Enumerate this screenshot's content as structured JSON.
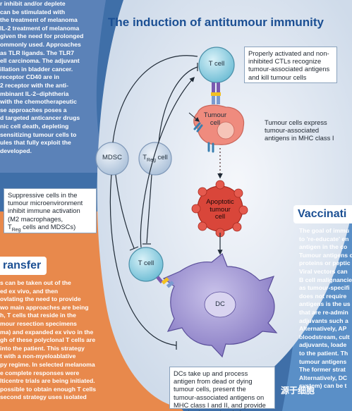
{
  "title": "The induction of antitumour immunity",
  "left_column_text": "r inhibit and/or deplete\ncan be stimulated with\nthe treatment of melanoma\nIL-2 treatment of melanoma\ngiven the need for prolonged\nommonly used. Approaches\nas TLR ligands. The TLR7\nell carcinoma. The adjuvant\nillation in bladder cancer.\nreceptor CD40 are in\n2 receptor with the anti-\nmbinant IL-2–diphtheria\nwith the chemotherapeutic\nse approaches poses a\nd targeted anticancer drugs\nnic cell death, depleting\nsensitizing tumour cells to\nules that fully exploit the\ndeveloped.",
  "cells": {
    "t_cell_top": "T cell",
    "tumour_cell": "Tumour\ncell",
    "apoptotic_cell": "Apoptotic\ntumour\ncell",
    "mdsc": "MDSC",
    "treg_prefix": "T",
    "treg_sub": "Reg",
    "treg_suffix": " cell",
    "t_cell_bottom": "T cell",
    "dc": "DC"
  },
  "callouts": {
    "t_cell": "Properly activated and non-\ninhibited CTLs recognize\ntumour-associated antigens\nand kill tumour cells",
    "tumour": "Tumour cells express\ntumour-associated\nantigens in MHC class I",
    "suppressive_line1": "Suppressive cells in the\ntumour microenvironment\ninhibit immune activation\n(M2 macrophages,",
    "suppressive_t": "T",
    "suppressive_sub": "Reg",
    "suppressive_tail": " cells and MDSCs)",
    "dc": "DCs take up and process\nantigen from dead or dying\ntumour cells, present the\ntumour-associated antigens on\nMHC class I and II, and provide\nco-stimulatory signals for\nT cells and other immune cells"
  },
  "transfer": {
    "title": "ransfer",
    "text": "s can be taken out of the\ned ex vivo, and then\novlating the need to provide\nwo main approaches are being\nh, T cells that reside in the\nmour resection specimens\nma) and expanded ex vivo in the\ngh of these polyclonal T cells are\ninto the patient. This strategy\nt with a non-myeloablative\npy regime. In selected melanoma\ne complete responses were\nlticentre trials are being initiated.\npossible to obtain enough T cells\nsecond strategy uses isolated"
  },
  "vaccination": {
    "title": "Vaccinati",
    "text": "The goal of immu\nto 're-educate' en\nantigen in the co\nTumour antigens c\nproteins or peptic\nViral vectors can\nB cell malignancie\nas tumour-specifi\ndoes not require\nantigens is the us\nthat are re-admin\nadjuvants such a\nAlternatively, AP\nbloodstream, cult\nadjuvants, loade\nto the patient. Th\ntumour antigens\nThe former strat\nAlternatively, DC\nsystem) can be t"
  },
  "watermark": "源于细胞",
  "colors": {
    "title_blue": "#1b4f93",
    "upper_bg": "#3f6fa8",
    "left_bg": "#5b82b8",
    "lower_bg": "#e8894c",
    "vacc_bg": "#5a8fc7",
    "t_cell_fill": "#8fd0e2",
    "tumour_fill": "#ef8b7e",
    "apoptotic_fill": "#d9463a",
    "dc_fill": "#9a8fcf",
    "suppressor_fill": "#bed0e4"
  }
}
